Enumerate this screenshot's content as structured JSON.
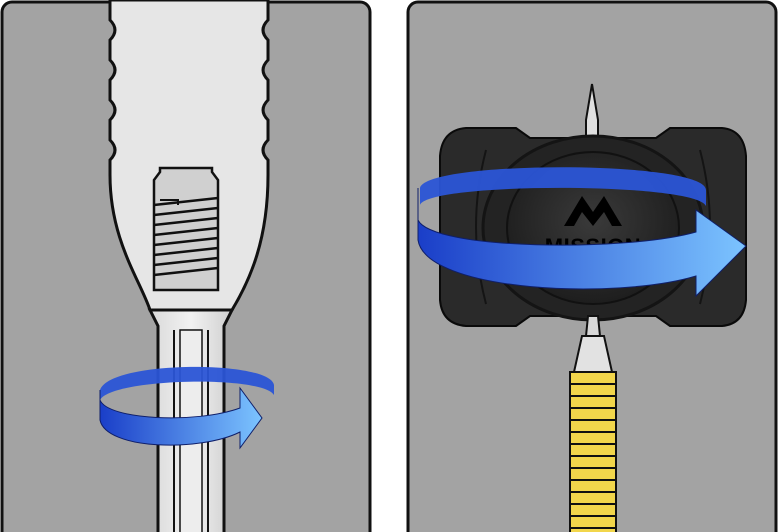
{
  "panels": [
    {
      "id": "left",
      "caption": ""
    },
    {
      "id": "right",
      "caption": ""
    }
  ],
  "tool": {
    "brand_name": "MISSION"
  },
  "colors": {
    "background": "#a3a3a3",
    "panel_border": "#111111",
    "metal_light": "#e9e9e9",
    "metal_shadow": "#bdbdbd",
    "tool_body": "#2a2a2a",
    "tool_face": "#1e1e1e",
    "arrow_dark": "#1a3ec8",
    "arrow_light": "#7cc4ff",
    "thread_gold": "#f2d64b"
  },
  "icons": [
    "rotation-arrow-icon",
    "mission-logo-icon"
  ]
}
